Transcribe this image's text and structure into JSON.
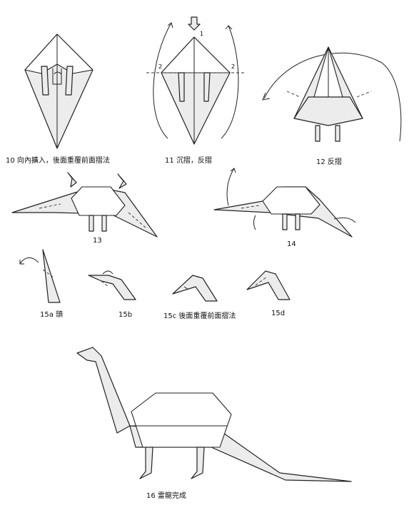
{
  "steps": [
    {
      "id": "10",
      "caption": "10 向內擴入，後面重覆前面摺法"
    },
    {
      "id": "11",
      "caption": "11 沉摺，反摺"
    },
    {
      "id": "12",
      "caption": "12 反摺"
    },
    {
      "id": "13",
      "caption": "13"
    },
    {
      "id": "14",
      "caption": "14"
    },
    {
      "id": "15a",
      "caption": "15a 頭"
    },
    {
      "id": "15b",
      "caption": "15b"
    },
    {
      "id": "15c",
      "caption": "15c 後面重覆前面摺法"
    },
    {
      "id": "15d",
      "caption": "15d"
    },
    {
      "id": "16",
      "caption": "16 雷龍完成"
    }
  ],
  "markers": {
    "one": "1",
    "two": "2"
  }
}
